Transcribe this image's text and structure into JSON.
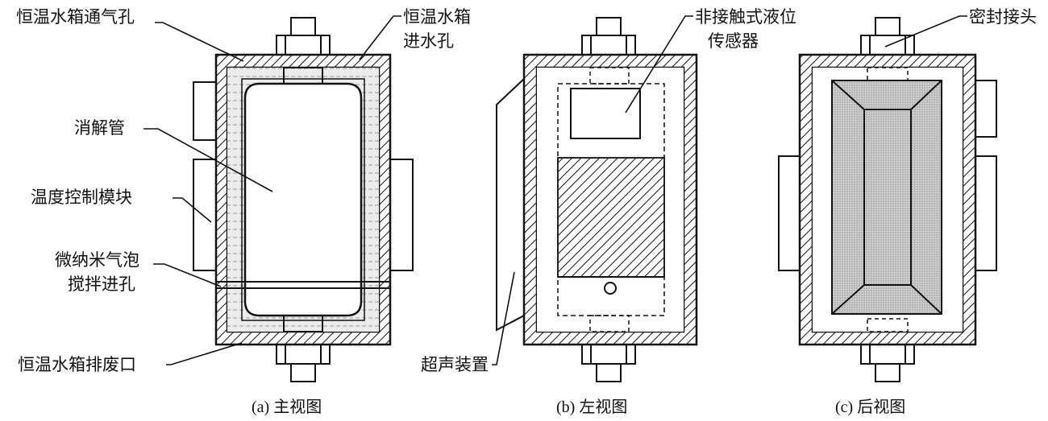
{
  "labels": {
    "vent_hole": "恒温水箱通气孔",
    "inlet_line1": "恒温水箱",
    "inlet_line2": "进水孔",
    "digestion_tube": "消解管",
    "temp_module": "温度控制模块",
    "bubble_line1": "微纳米气泡",
    "bubble_line2": "搅拌进孔",
    "drain": "恒温水箱排废口",
    "sensor_line1": "非接触式液位",
    "sensor_line2": "传感器",
    "ultrasonic": "超声装置",
    "seal_joint": "密封接头"
  },
  "captions": {
    "front": "(a) 主视图",
    "left": "(b) 左视图",
    "back": "(c) 后视图"
  }
}
